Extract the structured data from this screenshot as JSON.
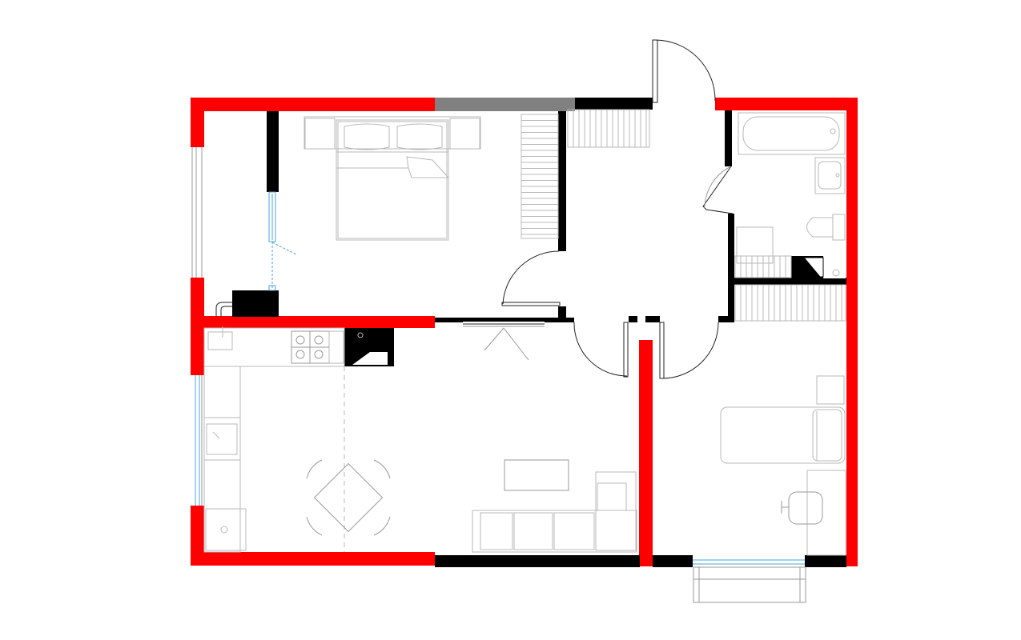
{
  "colors": {
    "exterior_wall": "#ff0000",
    "interior_wall": "#000000",
    "party_wall": "#808080",
    "furniture": "#b8b8b8",
    "glazing": "#4aa3df",
    "background": "#ffffff"
  },
  "rooms": [
    "bedroom",
    "stairwell",
    "bathroom",
    "kitchen",
    "living-room",
    "second-bedroom"
  ],
  "icons": [
    "double-bed",
    "single-bed",
    "bathtub",
    "toilet",
    "washbasin",
    "kitchen-sink",
    "gas-hob",
    "dining-table",
    "sofa",
    "coffee-table",
    "office-chair",
    "stairs",
    "door-swing"
  ]
}
